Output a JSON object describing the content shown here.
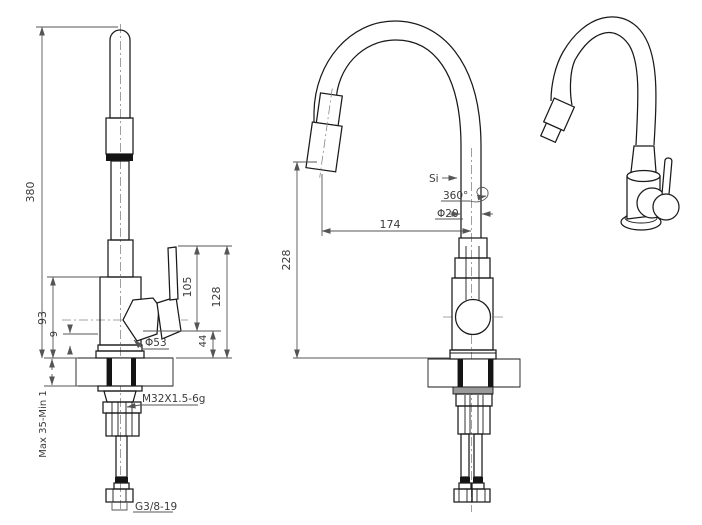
{
  "colors": {
    "background": "#ffffff",
    "outline": "#1a1a1a",
    "dimension": "#555555",
    "text": "#3b3b3b"
  },
  "side_view": {
    "overall_height": "380",
    "body_height": "93",
    "base_plate_height": "9",
    "handle_height": "105",
    "handle_overall_height": "128",
    "base_clearance": "44",
    "body_diameter": "Φ53",
    "mounting_thread": "M32X1.5-6g",
    "counter_range": "Max 35-Min 1",
    "hose_thread": "G3/8-19"
  },
  "front_view": {
    "outlet_height": "228",
    "reach": "174",
    "spout_tag": "Si",
    "swivel": "360°",
    "pipe_diameter": "Φ20"
  }
}
